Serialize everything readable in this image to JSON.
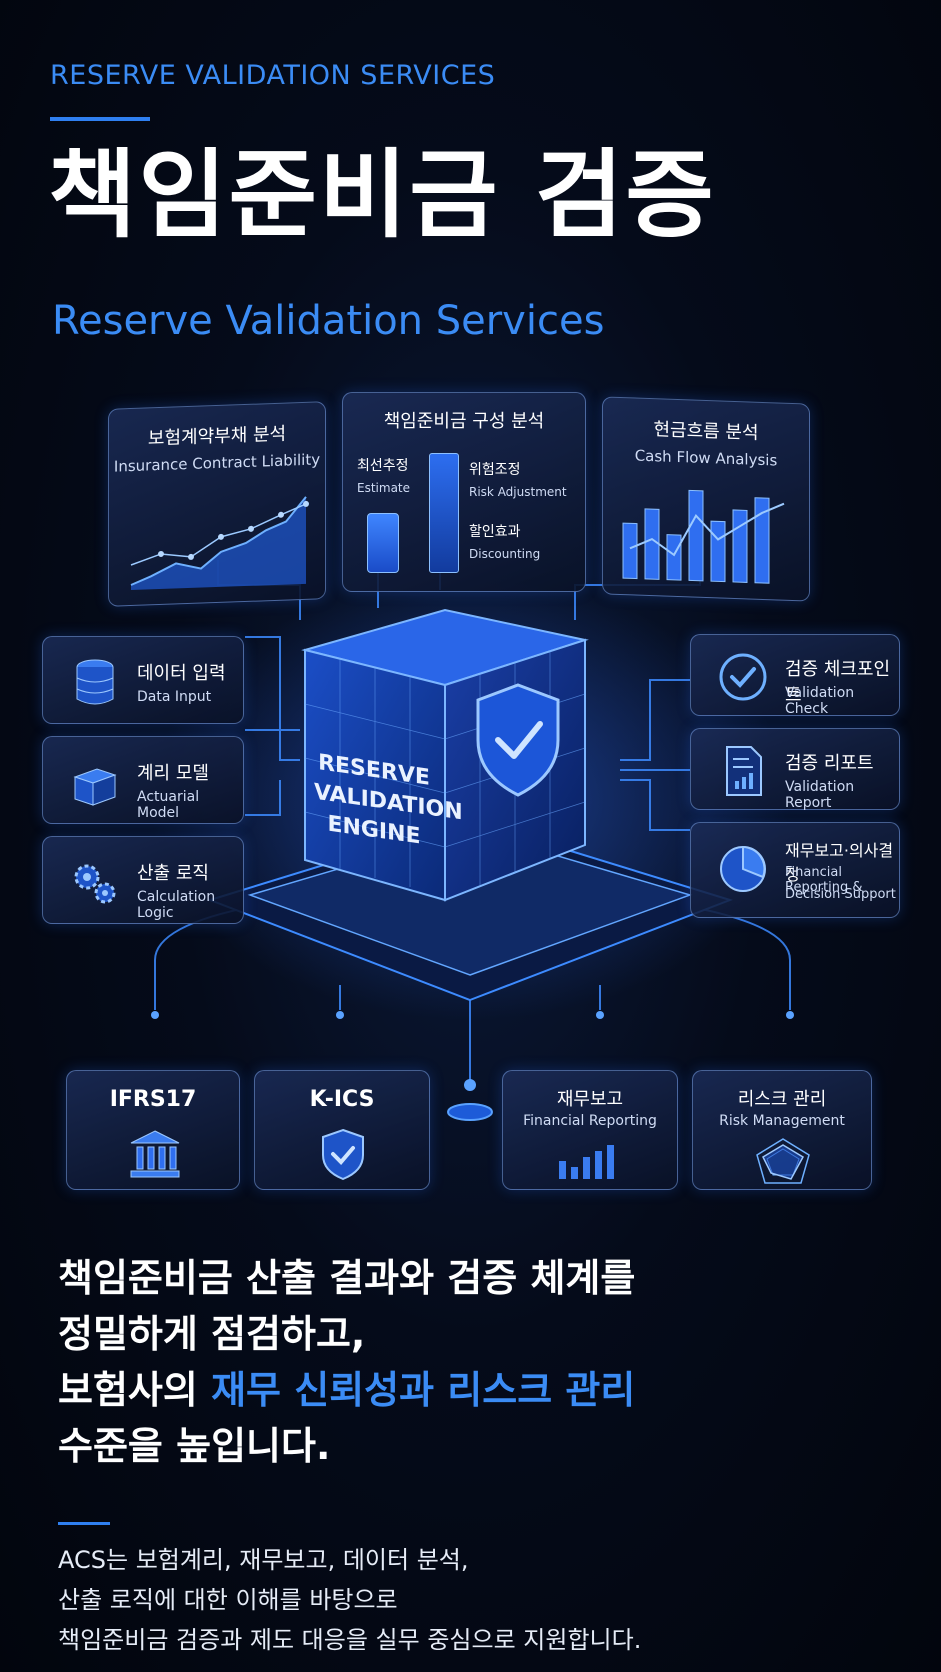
{
  "header": {
    "eyebrow": "RESERVE VALIDATION SERVICES",
    "title": "책임준비금 검증",
    "subtitle": "Reserve Validation Services"
  },
  "top_cards": [
    {
      "title": "보험계약부채 분석",
      "subtitle": "Insurance Contract Liability"
    },
    {
      "title": "책임준비금 구성 분석",
      "items": [
        {
          "label": "최선추정",
          "sub": "Estimate"
        },
        {
          "label": "위험조정",
          "sub": "Risk Adjustment"
        },
        {
          "label": "할인효과",
          "sub": "Discounting"
        }
      ]
    },
    {
      "title": "현금흐름 분석",
      "subtitle": "Cash Flow Analysis"
    }
  ],
  "left_cards": [
    {
      "title": "데이터 입력",
      "subtitle": "Data Input",
      "icon": "database-icon"
    },
    {
      "title": "계리 모델",
      "subtitle": "Actuarial Model",
      "icon": "cube-icon"
    },
    {
      "title": "산출 로직",
      "subtitle": "Calculation Logic",
      "icon": "gears-icon"
    }
  ],
  "right_cards": [
    {
      "title": "검증 체크포인트",
      "subtitle": "Validation Check",
      "icon": "check-circle-icon"
    },
    {
      "title": "검증 리포트",
      "subtitle": "Validation Report",
      "icon": "report-icon"
    },
    {
      "title": "재무보고·의사결정",
      "subtitle": "Financial Reporting &",
      "subtitle2": "Decision Support",
      "icon": "pie-chart-icon"
    }
  ],
  "engine": {
    "line1": "RESERVE",
    "line2": "VALIDATION",
    "line3": "ENGINE"
  },
  "bottom_cards": [
    {
      "title": "IFRS17",
      "icon": "bank-icon"
    },
    {
      "title": "K-ICS",
      "icon": "shield-check-icon"
    },
    {
      "title": "재무보고",
      "subtitle": "Financial Reporting",
      "icon": "bar-chart-icon"
    },
    {
      "title": "리스크 관리",
      "subtitle": "Risk Management",
      "icon": "radar-icon"
    }
  ],
  "body": {
    "line1": "책임준비금 산출 결과와 검증 체계를",
    "line2": "정밀하게 점검하고,",
    "line3_pre": "보험사의 ",
    "line3_hl": "재무 신뢰성과 리스크 관리",
    "line4": "수준을 높입니다."
  },
  "description": {
    "line1": "ACS는 보험계리, 재무보고, 데이터 분석,",
    "line2": "산출 로직에 대한 이해를 바탕으로",
    "line3": "책임준비금 검증과 제도 대응을 실무 중심으로 지원합니다."
  },
  "colors": {
    "accent": "#3b8cf5",
    "background": "#050b1a"
  }
}
